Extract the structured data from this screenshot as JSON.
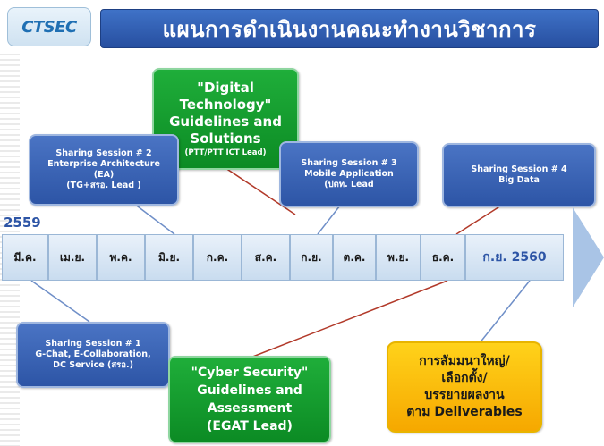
{
  "header": {
    "logo_text": "CTSEC",
    "title": "แผนการดำเนินงานคณะทำงานวิชาการ"
  },
  "timeline": {
    "start_year": "2559",
    "months": [
      "มี.ค.",
      "เม.ย.",
      "พ.ค.",
      "มิ.ย.",
      "ก.ค.",
      "ส.ค.",
      "ก.ย.",
      "ต.ค.",
      "พ.ย.",
      "ธ.ค.",
      "ก.ย. 2560"
    ]
  },
  "boxes": {
    "digital": {
      "lines": [
        "\"Digital",
        "Technology\"",
        "Guidelines and",
        "Solutions"
      ],
      "sub": "(PTT/PTT ICT Lead)"
    },
    "session2": {
      "lines": [
        "Sharing Session # 2",
        "Enterprise Architecture",
        "(EA)",
        "(TG+สรอ. Lead )"
      ]
    },
    "session3": {
      "lines": [
        "Sharing Session # 3",
        "Mobile Application",
        "(ปตท. Lead"
      ]
    },
    "session4": {
      "lines": [
        "Sharing Session # 4",
        "Big Data"
      ]
    },
    "session1": {
      "lines": [
        "Sharing Session # 1",
        "G-Chat, E-Collaboration,",
        "DC Service (สรอ.)"
      ]
    },
    "cyber": {
      "lines": [
        "\"Cyber Security\"",
        "Guidelines and",
        "Assessment",
        "(EGAT Lead)"
      ]
    },
    "seminar": {
      "lines": [
        "การสัมมนาใหญ่/",
        "เลือกตั้ง/",
        "บรรยายผลงาน",
        "ตาม Deliverables"
      ]
    }
  },
  "colors": {
    "title_bar": "#2d55a6",
    "session_box": "#3a64b8",
    "green_box": "#12992d",
    "orange_box": "#fbbf0c",
    "timeline_arrow": "#a9c4e6",
    "connector_red": "#b23a2a",
    "connector_blue": "#6f8fc8"
  }
}
